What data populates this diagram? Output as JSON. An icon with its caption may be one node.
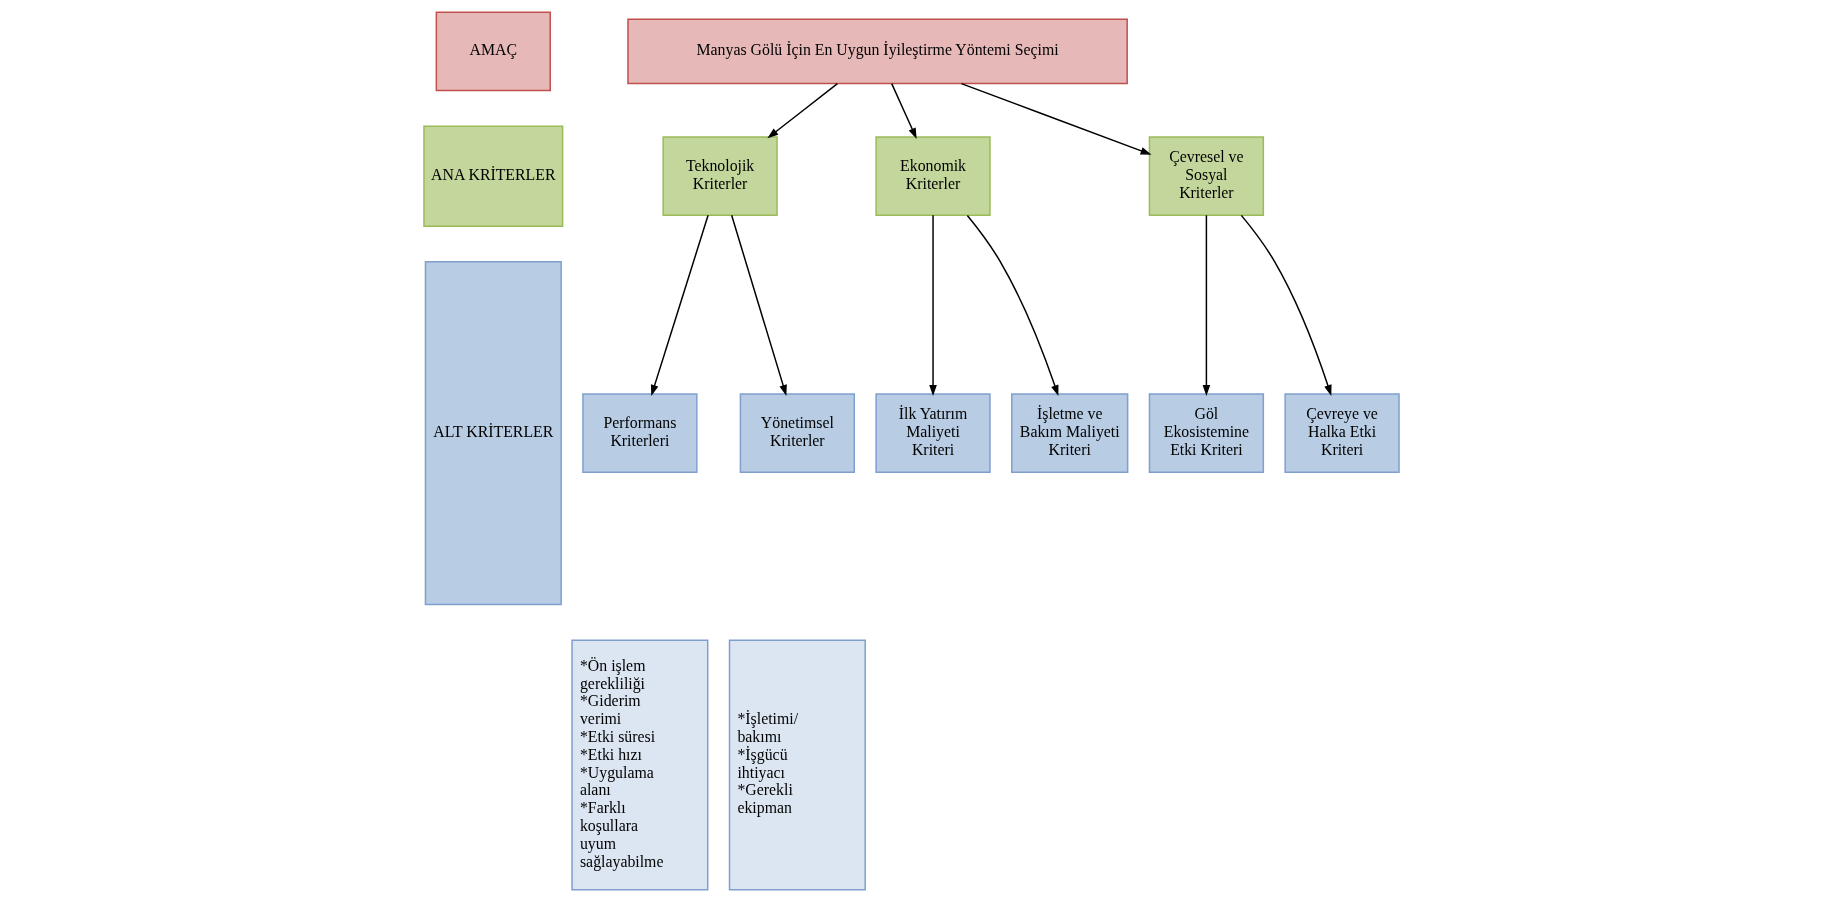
{
  "diagram": {
    "nodes": [
      {
        "text": [
          "AMAÇ"
        ]
      },
      {
        "text": [
          "ANA KRİTERLER"
        ]
      },
      {
        "text": [
          "ALT KRİTERLER"
        ]
      },
      {
        "text": [
          "Manyas Gölü İçin En Uygun İyileştirme Yöntemi Seçimi"
        ]
      },
      {
        "text": [
          "Teknolojik Kriterler"
        ]
      },
      {
        "text": [
          "Ekonomik Kriterler"
        ]
      },
      {
        "text": [
          "Çevresel ve Sosyal Kriterler"
        ]
      },
      {
        "text": [
          "Performans Kriterleri"
        ]
      },
      {
        "text": [
          "Yönetimsel Kriterler"
        ]
      },
      {
        "text": [
          "İlk Yatırım Maliyeti Kriteri"
        ]
      },
      {
        "text": [
          "İşletme ve Bakım Maliyeti Kriteri"
        ]
      },
      {
        "text": [
          "Göl Ekosistemine Etki Kriteri"
        ]
      },
      {
        "text": [
          "Çevreye ve Halka Etki Kriteri"
        ]
      },
      {
        "text": [
          "*Ön işlem gerekliliği",
          "*Giderim verimi",
          "*Etki süresi",
          "*Etki hızı",
          "*Uygulama alanı",
          "*Farklı koşullara uyum sağlayabilme"
        ]
      },
      {
        "text": [
          "*İşletimi/ bakımı",
          "*İşgücü ihtiyacı",
          "*Gerekli ekipman"
        ]
      }
    ],
    "edges": [
      {
        "from": 3,
        "to": 4,
        "arrow": "to"
      },
      {
        "from": 3,
        "to": 5,
        "arrow": "to"
      },
      {
        "from": 3,
        "to": 6,
        "arrow": "to"
      },
      {
        "from": 4,
        "to": 7,
        "arrow": "to"
      },
      {
        "from": 4,
        "to": 8,
        "arrow": "to"
      },
      {
        "from": 5,
        "to": 9,
        "arrow": "to"
      },
      {
        "from": 5,
        "to": 10,
        "arrow": "to"
      },
      {
        "from": 6,
        "to": 11,
        "arrow": "to"
      },
      {
        "from": 6,
        "to": 12,
        "arrow": "to"
      }
    ]
  }
}
